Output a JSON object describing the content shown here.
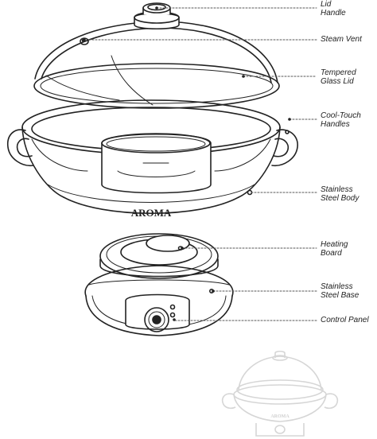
{
  "brand": "AROMA",
  "callouts": [
    {
      "id": "lid-handle",
      "lines": [
        "Lid",
        "Handle"
      ]
    },
    {
      "id": "steam-vent",
      "lines": [
        "Steam Vent"
      ]
    },
    {
      "id": "tempered-glass-lid",
      "lines": [
        "Tempered",
        "Glass Lid"
      ]
    },
    {
      "id": "cool-touch-handles",
      "lines": [
        "Cool-Touch",
        "Handles"
      ]
    },
    {
      "id": "stainless-steel-body",
      "lines": [
        "Stainless",
        "Steel Body"
      ]
    },
    {
      "id": "heating-board",
      "lines": [
        "Heating",
        "Board"
      ]
    },
    {
      "id": "stainless-steel-base",
      "lines": [
        "Stainless",
        "Steel Base"
      ]
    },
    {
      "id": "control-panel",
      "lines": [
        "Control Panel"
      ]
    }
  ]
}
